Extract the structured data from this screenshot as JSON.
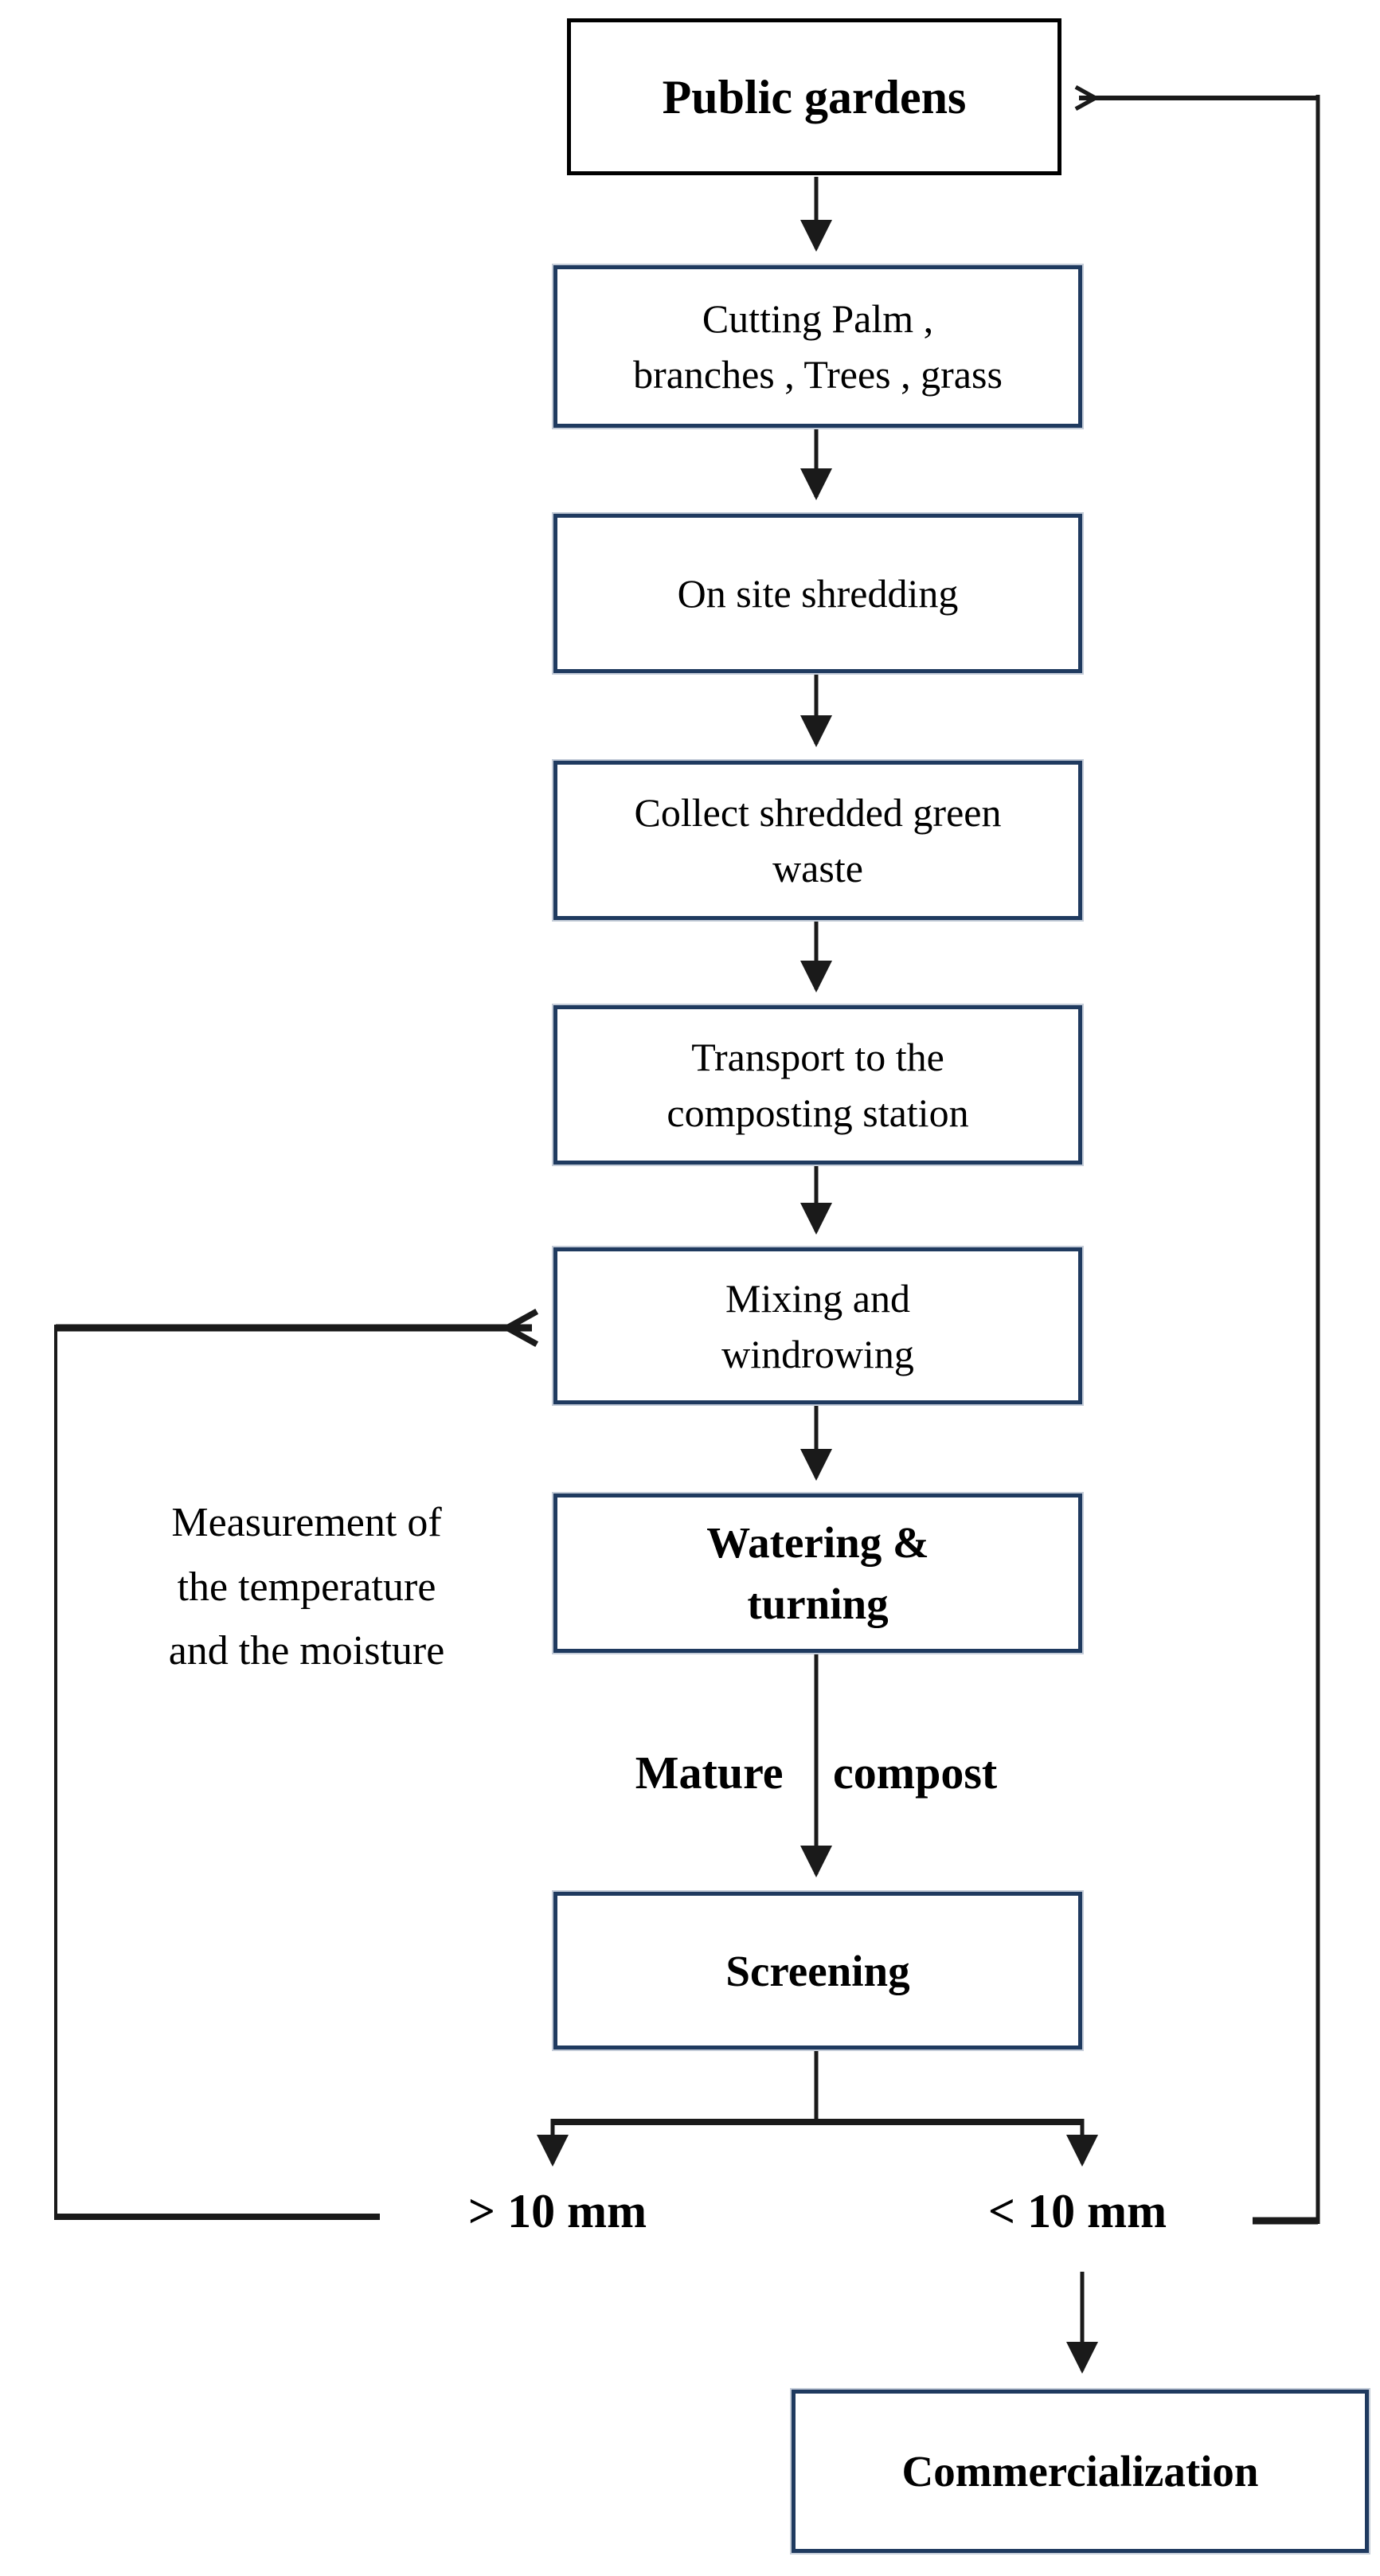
{
  "nodes": {
    "public_gardens": {
      "label": "Public gardens"
    },
    "cutting": {
      "label": "Cutting Palm ,\nbranches , Trees , grass"
    },
    "on_site_shredding": {
      "label": "On site shredding"
    },
    "collect": {
      "label": "Collect shredded green\nwaste"
    },
    "transport": {
      "label": "Transport to the\ncomposting station"
    },
    "mixing": {
      "label": "Mixing and\nwindrowing"
    },
    "watering": {
      "label": "Watering &\nturning"
    },
    "screening": {
      "label": "Screening"
    },
    "commercialization": {
      "label": "Commercialization"
    }
  },
  "labels": {
    "mature_compost": "Mature compost",
    "oversize_branch": "> 10 mm",
    "undersize_branch": "< 10 mm",
    "measurement_note": "Measurement of\nthe temperature\nand the moisture"
  },
  "colors": {
    "box_border": "#1f3a5f",
    "top_box_border": "#000000",
    "line": "#1a1a1a",
    "text": "#000000",
    "bg": "#ffffff"
  }
}
